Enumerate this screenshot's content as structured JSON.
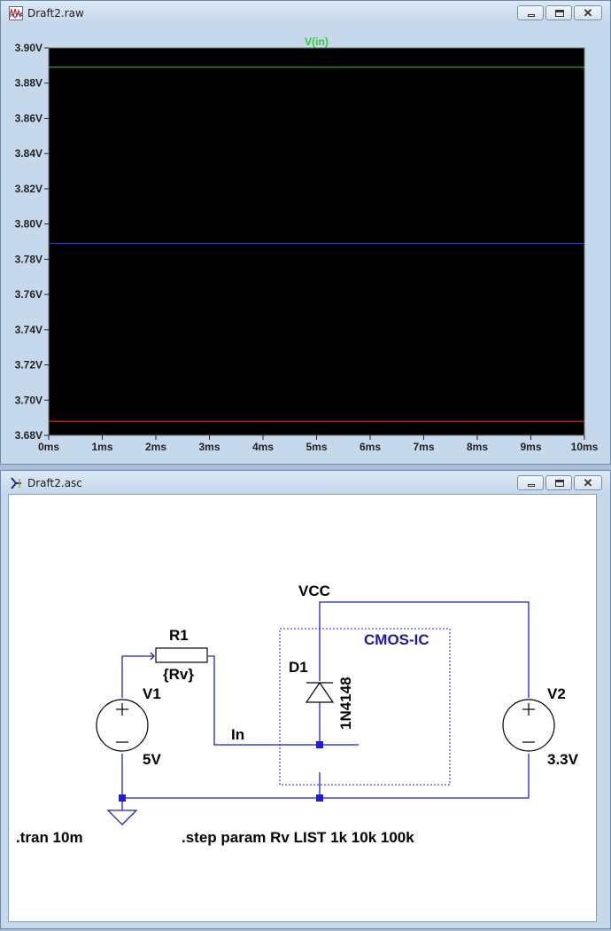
{
  "plot_window": {
    "title": "Draft2.raw",
    "icon": "waveform-icon",
    "trace_label": "V(in)",
    "colors": {
      "trace_label": "#33cc33",
      "axis_text": "#222222",
      "background": "#000000",
      "grid": "#777777"
    }
  },
  "schematic_window": {
    "title": "Draft2.asc",
    "icon": "ltspice-icon",
    "labels": {
      "vcc": "VCC",
      "r1_name": "R1",
      "r1_value": "{Rv}",
      "v1_name": "V1",
      "v1_value": "5V",
      "d1_name": "D1",
      "d1_model": "1N4148",
      "in_net": "In",
      "cmos_ic": "CMOS-IC",
      "v2_name": "V2",
      "v2_value": "3.3V",
      "tran_cmd": ".tran 10m",
      "step_cmd": ".step param Rv LIST 1k 10k 100k"
    },
    "colors": {
      "wire": "#1e1ed2",
      "text": "#000000",
      "comment": "#1a1aa6",
      "junction": "#1e1ed2"
    }
  },
  "chart_data": {
    "type": "line",
    "title": "V(in)",
    "xlabel": "",
    "ylabel": "",
    "xlim": [
      0,
      10
    ],
    "ylim": [
      3.68,
      3.9
    ],
    "x_ticks": [
      "0ms",
      "1ms",
      "2ms",
      "3ms",
      "4ms",
      "5ms",
      "6ms",
      "7ms",
      "8ms",
      "9ms",
      "10ms"
    ],
    "y_ticks": [
      "3.68V",
      "3.70V",
      "3.72V",
      "3.74V",
      "3.76V",
      "3.78V",
      "3.80V",
      "3.82V",
      "3.84V",
      "3.86V",
      "3.88V",
      "3.90V"
    ],
    "grid": false,
    "series": [
      {
        "color": "#33cc33",
        "x": [
          0,
          10
        ],
        "y": [
          3.889,
          3.889
        ]
      },
      {
        "color": "#3a3aff",
        "x": [
          0,
          10
        ],
        "y": [
          3.789,
          3.789
        ]
      },
      {
        "color": "#ff3030",
        "x": [
          0,
          10
        ],
        "y": [
          3.688,
          3.688
        ]
      }
    ]
  }
}
